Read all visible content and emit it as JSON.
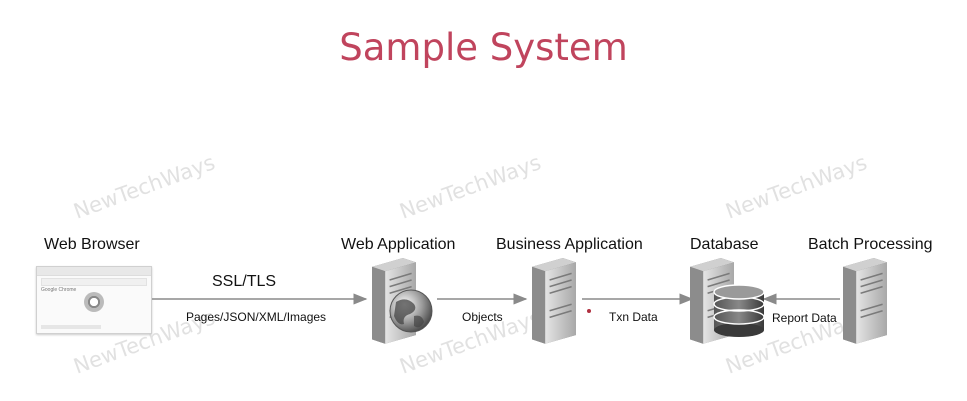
{
  "title": "Sample System",
  "watermark": "NewTechWays",
  "nodes": {
    "web_browser": "Web Browser",
    "web_application": "Web Application",
    "business_application": "Business Application",
    "database": "Database",
    "batch_processing": "Batch Processing"
  },
  "browser_screen": {
    "brand": "Google Chrome"
  },
  "edges": {
    "ssl": "SSL/TLS",
    "pages": "Pages/JSON/XML/Images",
    "objects": "Objects",
    "txn": "Txn Data",
    "report": "Report Data"
  },
  "colors": {
    "title": "#c0445d",
    "connector": "#8a8a8a",
    "server_body": "#bdbdbd"
  }
}
